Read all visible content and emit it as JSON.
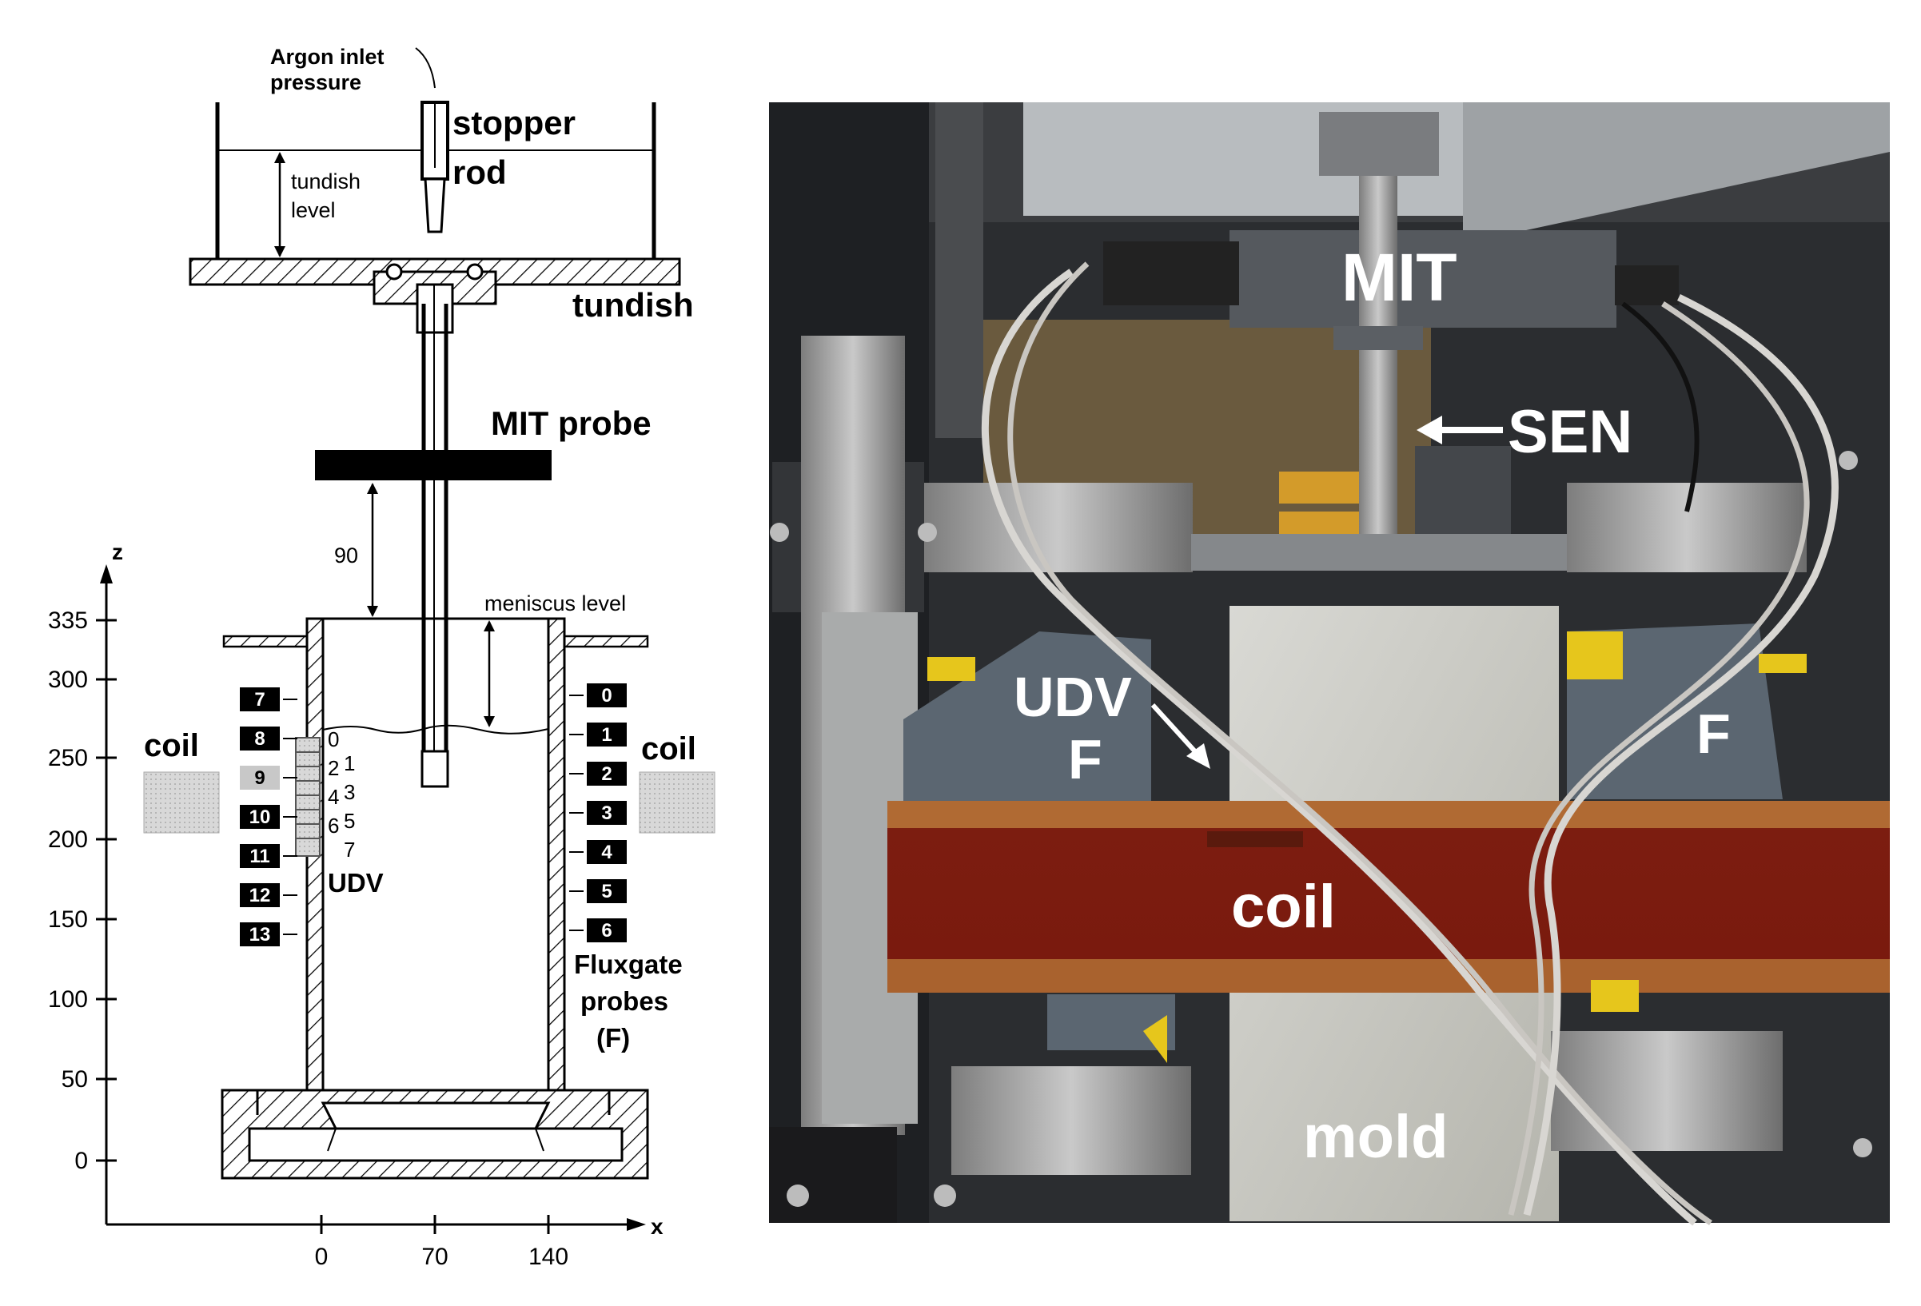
{
  "schematic": {
    "argon_line1": "Argon inlet",
    "argon_line2": "pressure",
    "stopper": "stopper",
    "rod": "rod",
    "tundish_level_1": "tundish",
    "tundish_level_2": "level",
    "tundish": "tundish",
    "mit_probe": "MIT probe",
    "dim_90": "90",
    "meniscus": "meniscus level",
    "coil_left": "coil",
    "coil_right": "coil",
    "udv": "UDV",
    "fluxgate_1": "Fluxgate",
    "fluxgate_2": "probes",
    "fluxgate_3": "(F)",
    "z_axis": "z",
    "x_axis": "x",
    "z_ticks": [
      "335",
      "300",
      "250",
      "200",
      "150",
      "100",
      "50",
      "0"
    ],
    "x_ticks": [
      "0",
      "70",
      "140"
    ],
    "left_probes": [
      "7",
      "8",
      "9",
      "10",
      "11",
      "12",
      "13"
    ],
    "right_probes": [
      "0",
      "1",
      "2",
      "3",
      "4",
      "5",
      "6"
    ],
    "udv_numbers": [
      "0",
      "1",
      "2",
      "3",
      "4",
      "5",
      "6",
      "7"
    ]
  },
  "photo": {
    "mit": "MIT",
    "sen": "SEN",
    "udv": "UDV",
    "f_left": "F",
    "f_right": "F",
    "coil": "coil",
    "mold": "mold"
  },
  "colors": {
    "probe_box": "#000000",
    "probe_box_highlight": "#c8c8c8",
    "coil_fill": "#d4d4d4",
    "coil_wood": "#8a2414"
  }
}
